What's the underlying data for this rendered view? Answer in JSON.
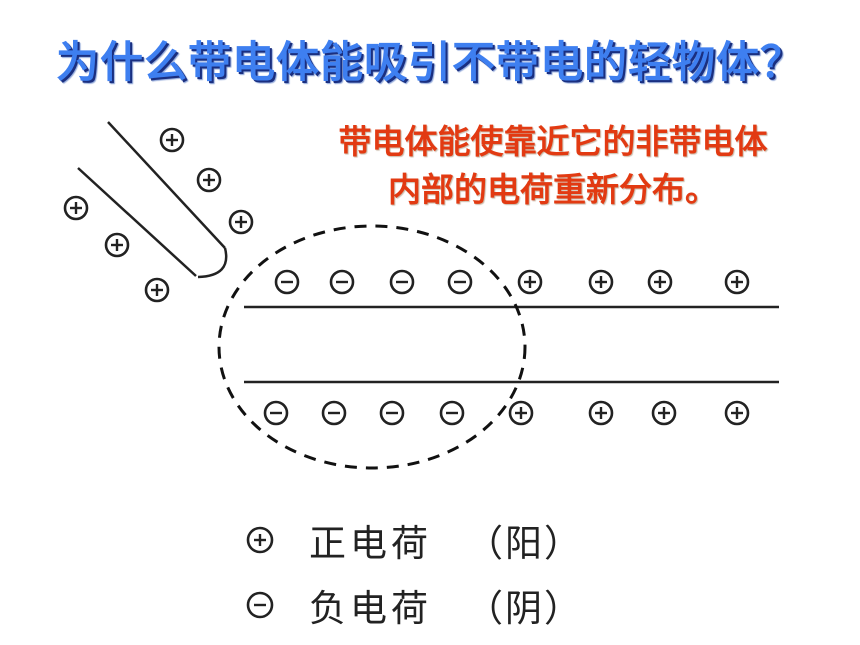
{
  "title": "为什么带电体能吸引不带电的轻物体？",
  "subtitle_lines": [
    "带电体能使靠近它的非带电体",
    "内部的电荷重新分布。"
  ],
  "legend": {
    "positive": {
      "label": "正电荷",
      "note": "（阳）"
    },
    "negative": {
      "label": "负电荷",
      "note": "（阴）"
    }
  },
  "colors": {
    "title": "#3e7ff0",
    "subtitle": "#e23a12",
    "lines": "#222222"
  },
  "charge_symbols": {
    "positive": "+",
    "negative": "−"
  }
}
